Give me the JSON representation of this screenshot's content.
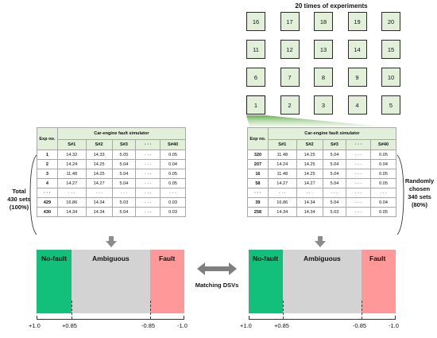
{
  "experiments": {
    "title": "20 times of experiments",
    "rows": [
      [
        "16",
        "17",
        "18",
        "19",
        "20"
      ],
      [
        "11",
        "12",
        "13",
        "14",
        "15"
      ],
      [
        "6",
        "7",
        "8",
        "9",
        "10"
      ],
      [
        "1",
        "2",
        "3",
        "4",
        "5"
      ]
    ]
  },
  "left_table": {
    "exp_header": "Exp no.",
    "group_header": "Car-engine fault simulator",
    "columns": [
      "S#1",
      "S#2",
      "S#3",
      "· · ·",
      "S#40"
    ],
    "rows": [
      [
        "1",
        "14.32",
        "14.33",
        "5.05",
        "· · ·",
        "0.05"
      ],
      [
        "2",
        "14.24",
        "14.25",
        "5.04",
        "· · ·",
        "0.04"
      ],
      [
        "3",
        "11.48",
        "14.25",
        "5.04",
        "· · ·",
        "0.05"
      ],
      [
        "4",
        "14.27",
        "14.27",
        "5.04",
        "· · ·",
        "0.05"
      ],
      [
        "· · ·",
        "· · ·",
        "· · ·",
        "· · ·",
        "· · ·",
        "· · ·"
      ],
      [
        "429",
        "16.86",
        "14.34",
        "5.03",
        "· · ·",
        "0.03"
      ],
      [
        "430",
        "14.34",
        "14.34",
        "5.04",
        "· · ·",
        "0.03"
      ]
    ],
    "side_label": [
      "Total",
      "430 sets",
      "(100%)"
    ]
  },
  "right_table": {
    "exp_header": "Exp no.",
    "group_header": "Car-engine fault simulator",
    "columns": [
      "S#1",
      "S#2",
      "S#3",
      "· · ·",
      "S#40"
    ],
    "rows": [
      [
        "320",
        "11.48",
        "14.25",
        "5.04",
        "· · ·",
        "0.05"
      ],
      [
        "207",
        "14.24",
        "14.25",
        "5.04",
        "· · ·",
        "0.04"
      ],
      [
        "16",
        "11.48",
        "14.25",
        "5.04",
        "· · ·",
        "0.05"
      ],
      [
        "58",
        "14.27",
        "14.27",
        "5.04",
        "· · ·",
        "0.05"
      ],
      [
        "· · ·",
        "· · ·",
        "· · ·",
        "· · ·",
        "· · ·",
        "· · ·"
      ],
      [
        "39",
        "16.86",
        "14.34",
        "5.04",
        "· · ·",
        "0.04"
      ],
      [
        "258",
        "14.34",
        "14.34",
        "5.03",
        "· · ·",
        "0.05"
      ]
    ],
    "side_label": [
      "Randomly",
      "chosen",
      "340 sets",
      "(80%)"
    ]
  },
  "dsv": {
    "segments": [
      "No-fault",
      "Ambiguous",
      "Fault"
    ],
    "tick_labels": [
      "+1.0",
      "+0.85",
      "-0.85",
      "-1.0"
    ],
    "colors": {
      "no_fault": "#12c07c",
      "ambiguous": "#d3d3d3",
      "fault": "#ff9999"
    }
  },
  "matching_label": "Matching  DSVs",
  "colors": {
    "cell_fill": "#e2efd9",
    "highlight": "#5daa45",
    "arrow": "#8c8c8c"
  }
}
